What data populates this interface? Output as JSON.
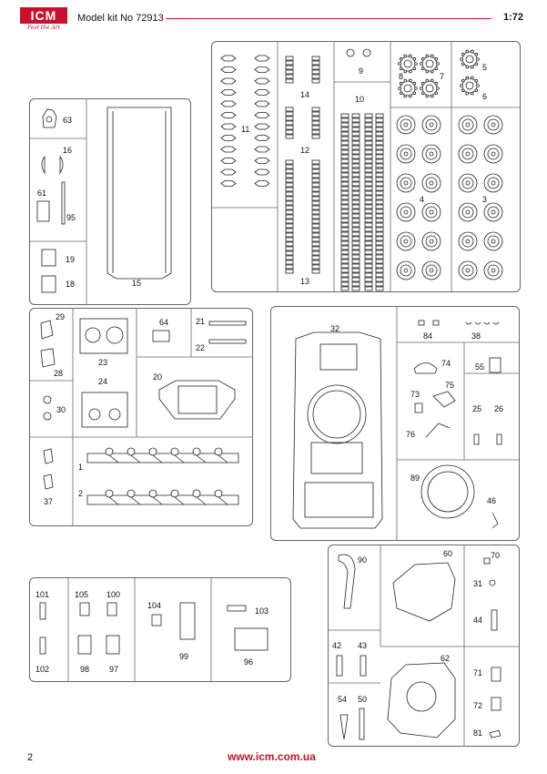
{
  "header": {
    "logo_text": "ICM",
    "logo_tagline": "Feel the Art",
    "model": "Model kit No 72913",
    "scale": "1:72"
  },
  "footer": {
    "page_number": "2",
    "url": "www.icm.com.ua"
  },
  "colors": {
    "accent": "#c8102e",
    "line": "#222222"
  },
  "part_numbers": {
    "p63": "63",
    "p16": "16",
    "p61": "61",
    "p95": "95",
    "p15": "15",
    "p19": "19",
    "p18": "18",
    "p29": "29",
    "p28": "28",
    "p23": "23",
    "p64": "64",
    "p21": "21",
    "p22": "22",
    "p24": "24",
    "p30": "30",
    "p20": "20",
    "p1": "1",
    "p2": "2",
    "p37": "37",
    "p11": "11",
    "p14": "14",
    "p12": "12",
    "p13": "13",
    "p9": "9",
    "p10": "10",
    "p8": "8",
    "p7": "7",
    "p5": "5",
    "p6": "6",
    "p4": "4",
    "p3": "3",
    "p32": "32",
    "p84": "84",
    "p38": "38",
    "p74": "74",
    "p55": "55",
    "p73": "73",
    "p75": "75",
    "p76": "76",
    "p25": "25",
    "p26": "26",
    "p89": "89",
    "p46": "46",
    "p90": "90",
    "p60": "60",
    "p70": "70",
    "p31": "31",
    "p44": "44",
    "p42": "42",
    "p43": "43",
    "p62": "62",
    "p71": "71",
    "p72": "72",
    "p54": "54",
    "p50": "50",
    "p81": "81",
    "p101": "101",
    "p105": "105",
    "p100": "100",
    "p102": "102",
    "p98": "98",
    "p97": "97",
    "p104": "104",
    "p99": "99",
    "p103": "103",
    "p96": "96"
  }
}
